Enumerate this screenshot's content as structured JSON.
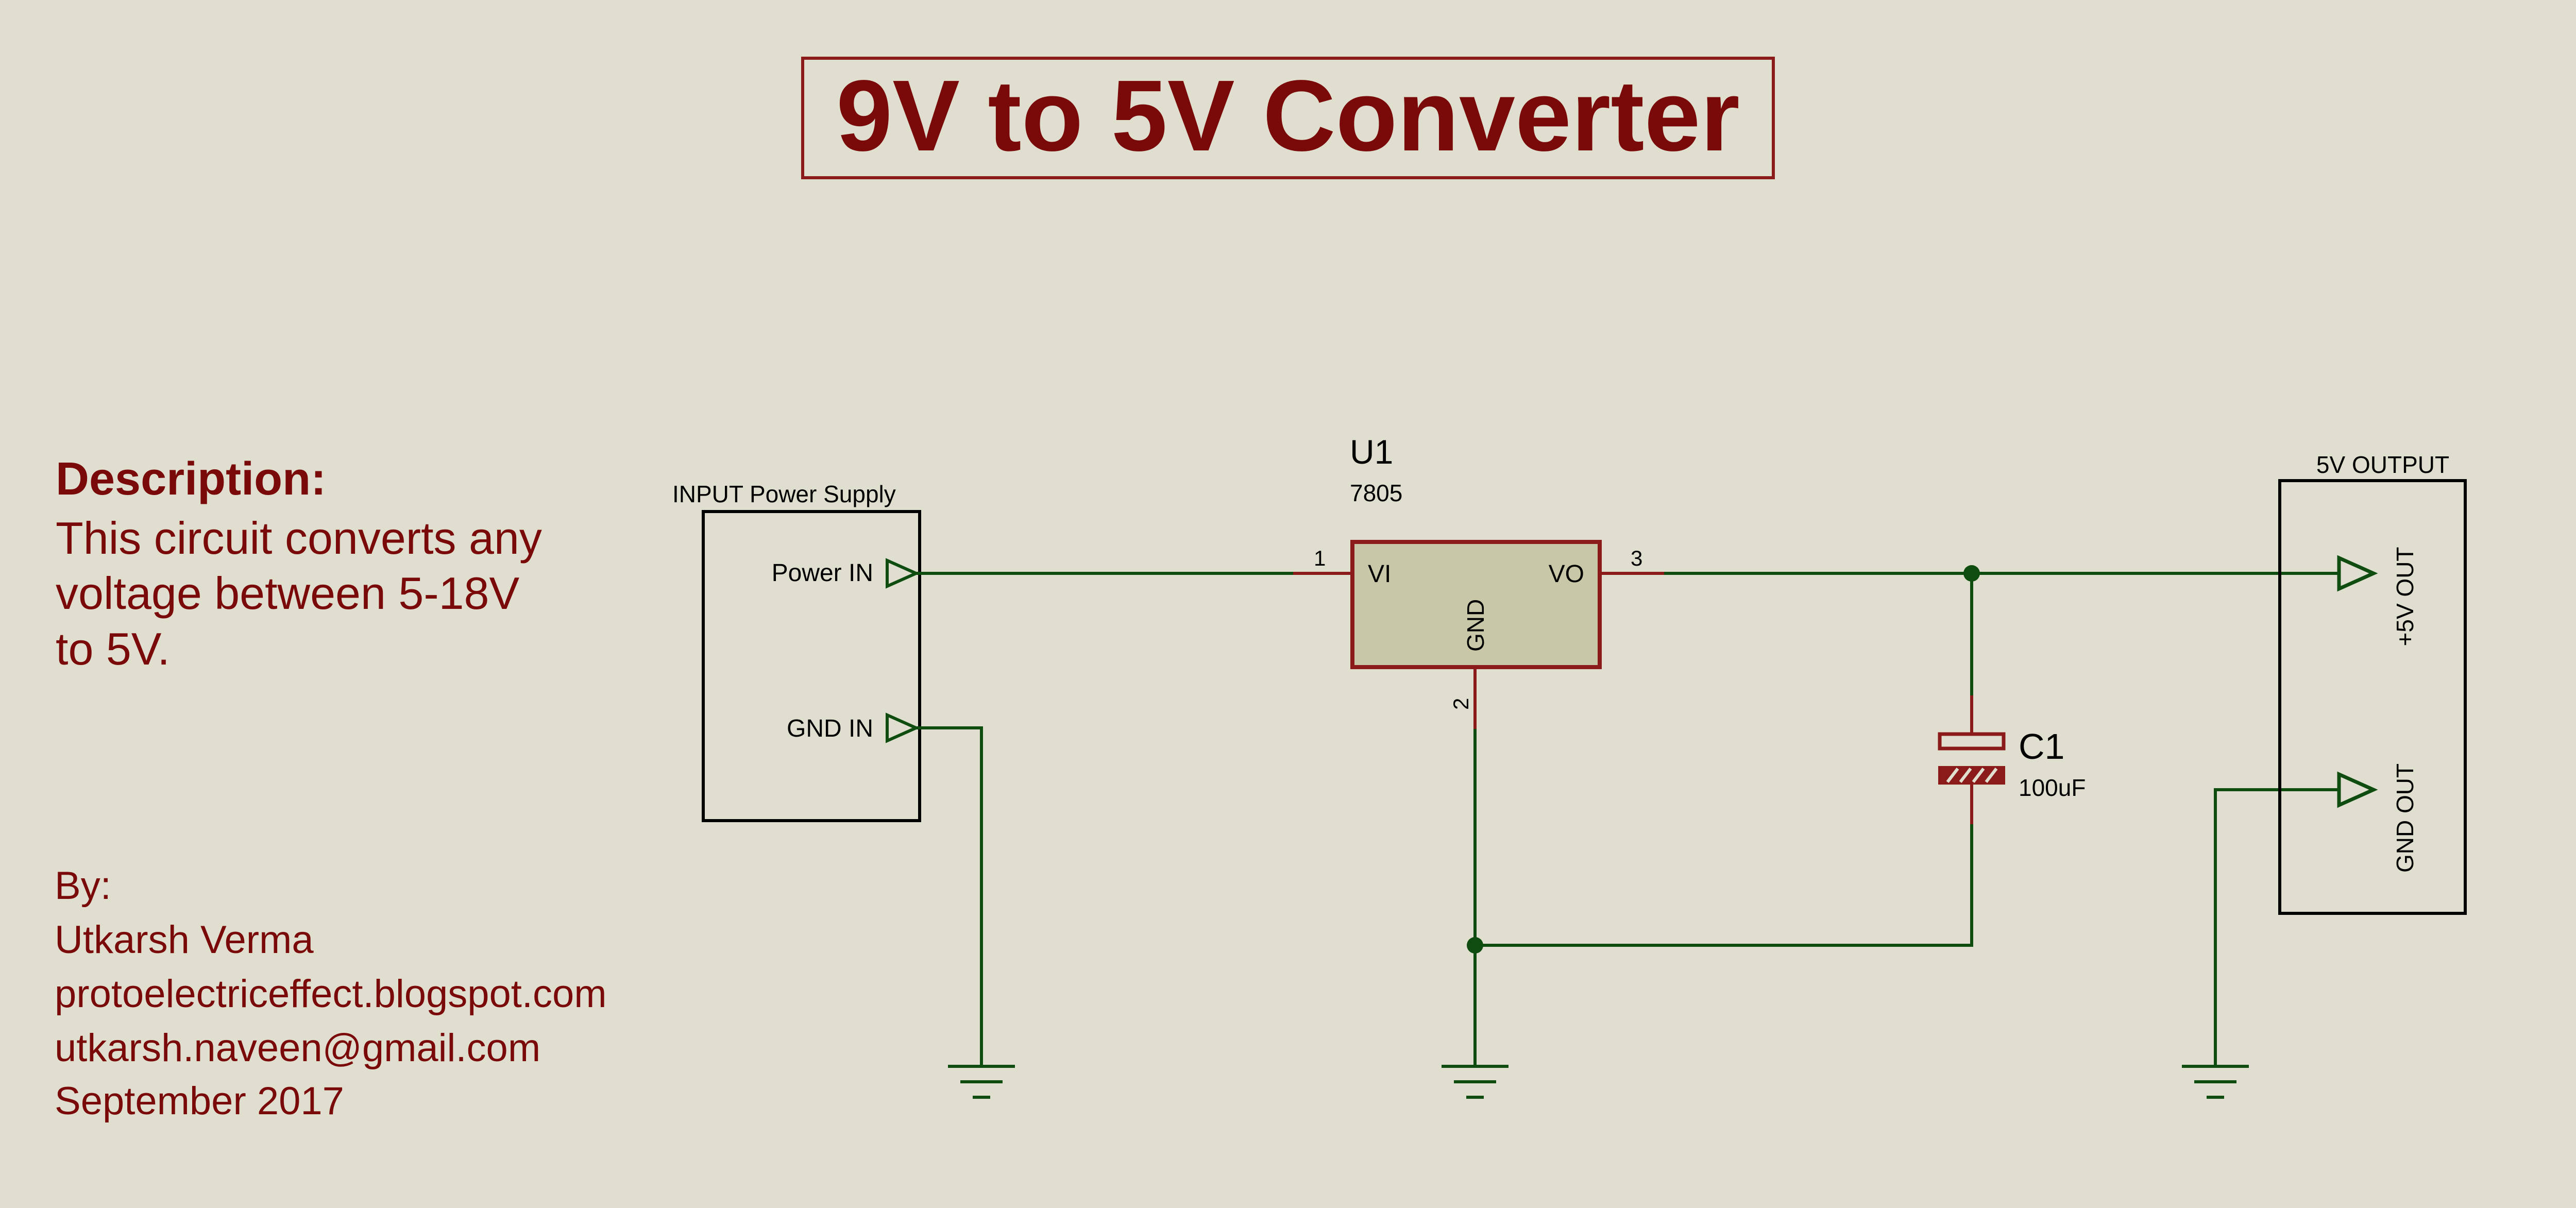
{
  "title": "9V to 5V Converter",
  "description": {
    "heading": "Description:",
    "lines": [
      "This circuit converts any",
      "voltage between 5-18V",
      "to 5V."
    ]
  },
  "credits": {
    "lines": [
      "By:",
      "Utkarsh Verma",
      "protoelectriceffect.blogspot.com",
      "utkarsh.naveen@gmail.com",
      "September 2017"
    ]
  },
  "input_block": {
    "label": "INPUT Power Supply",
    "power_pin": "Power IN",
    "gnd_pin": "GND IN"
  },
  "regulator": {
    "ref": "U1",
    "value": "7805",
    "pin_vi": "VI",
    "pin_vo": "VO",
    "pin_gnd": "GND",
    "pin1": "1",
    "pin2": "2",
    "pin3": "3"
  },
  "capacitor": {
    "ref": "C1",
    "value": "100uF"
  },
  "output_block": {
    "label": "5V OUTPUT",
    "pos_pin": "+5V OUT",
    "gnd_pin": "GND OUT"
  },
  "colors": {
    "background": "#e0dfcf",
    "wire": "#0f4c0f",
    "pin": "#8b1a1a",
    "text_accent": "#7a0a0a",
    "regulator_fill": "#c8c8a8"
  }
}
